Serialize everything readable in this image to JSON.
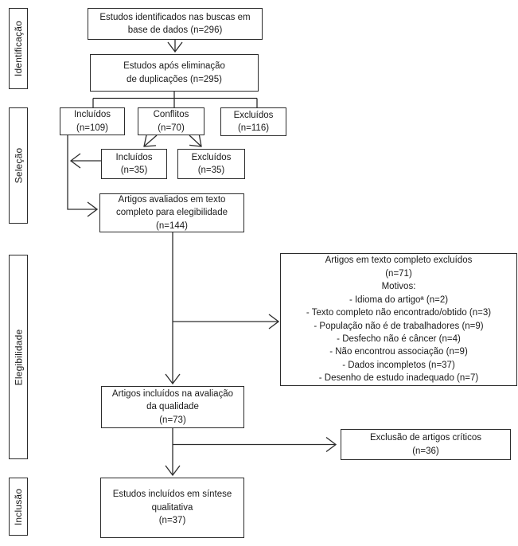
{
  "sidebar": {
    "stages": [
      {
        "label": "Identificação"
      },
      {
        "label": "Seleção"
      },
      {
        "label": "Elegibilidade"
      },
      {
        "label": "Inclusão"
      }
    ]
  },
  "boxes": {
    "identified_db": {
      "text": "Estudos identificados nas buscas em\nbase de dados (n=296)",
      "n": 296
    },
    "after_dedup": {
      "text": "Estudos após eliminação\nde duplicações (n=295)",
      "n": 295
    },
    "screen_included": {
      "text": "Incluídos\n(n=109)",
      "n": 109
    },
    "screen_conflicts": {
      "text": "Conflitos\n(n=70)",
      "n": 70
    },
    "screen_excluded": {
      "text": "Excluídos\n(n=116)",
      "n": 116
    },
    "conflict_included": {
      "text": "Incluídos\n(n=35)",
      "n": 35
    },
    "conflict_excluded": {
      "text": "Excluídos\n(n=35)",
      "n": 35
    },
    "fulltext_assessed": {
      "text": "Artigos avaliados em texto\ncompleto para elegibilidade\n(n=144)",
      "n": 144
    },
    "fulltext_excluded": {
      "text": "Artigos em texto completo excluídos\n(n=71)\nMotivos:\n- Idioma do artigoª (n=2)\n- Texto completo não encontrado/obtido (n=3)\n- População não é de trabalhadores (n=9)\n- Desfecho não é câncer (n=4)\n- Não encontrou associação (n=9)\n- Dados incompletos (n=37)\n- Desenho de estudo inadequado (n=7)",
      "n": 71,
      "reasons": [
        {
          "label": "Idioma do artigoª",
          "n": 2
        },
        {
          "label": "Texto completo não encontrado/obtido",
          "n": 3
        },
        {
          "label": "População não é de trabalhadores",
          "n": 9
        },
        {
          "label": "Desfecho não é câncer",
          "n": 4
        },
        {
          "label": "Não encontrou associação",
          "n": 9
        },
        {
          "label": "Dados incompletos",
          "n": 37
        },
        {
          "label": "Desenho de estudo inadequado",
          "n": 7
        }
      ]
    },
    "quality_included": {
      "text": "Artigos incluídos na avaliação\nda qualidade\n(n=73)",
      "n": 73
    },
    "critical_excluded": {
      "text": "Exclusão de artigos críticos\n(n=36)",
      "n": 36
    },
    "qualitative_synthesis": {
      "text": "Estudos incluídos em síntese\nqualitativa\n(n=37)",
      "n": 37
    }
  },
  "colors": {
    "line": "#2d2d2d",
    "border": "#2b2b2b",
    "text": "#1a1a1a",
    "background": "#ffffff"
  }
}
